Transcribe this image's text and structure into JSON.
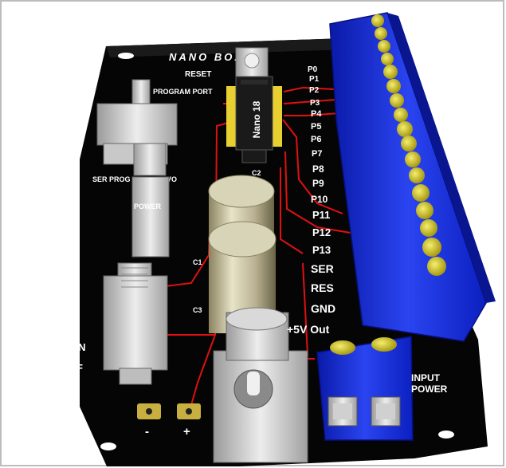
{
  "board": {
    "title": "NANO  BOARD",
    "reset_label": "RESET",
    "chip_label": "Nano 18",
    "chip_cap_label": "C2",
    "program_port_label": "PROGRAM PORT",
    "switch_mode_labels": [
      "SER PROG",
      "SER VO"
    ],
    "power_led_label": "POWER",
    "cap_labels": [
      "C1",
      "C3"
    ],
    "power_switch_labels": [
      "ON",
      "OFF"
    ],
    "polarity_labels": [
      "-",
      "+"
    ],
    "input_power_label": "INPUT POWER"
  },
  "pins": [
    "P0",
    "P1",
    "P2",
    "P3",
    "P4",
    "P5",
    "P6",
    "P7",
    "P8",
    "P9",
    "P10",
    "P11",
    "P12",
    "P13",
    "SER",
    "RES",
    "GND",
    "+5V Out"
  ],
  "colors": {
    "pcb": "#050505",
    "trace": "#e01010",
    "terminal_block": "#1a2fe0",
    "screw": "#d8d020",
    "pad": "#c8b040",
    "background": "#ffffff"
  }
}
